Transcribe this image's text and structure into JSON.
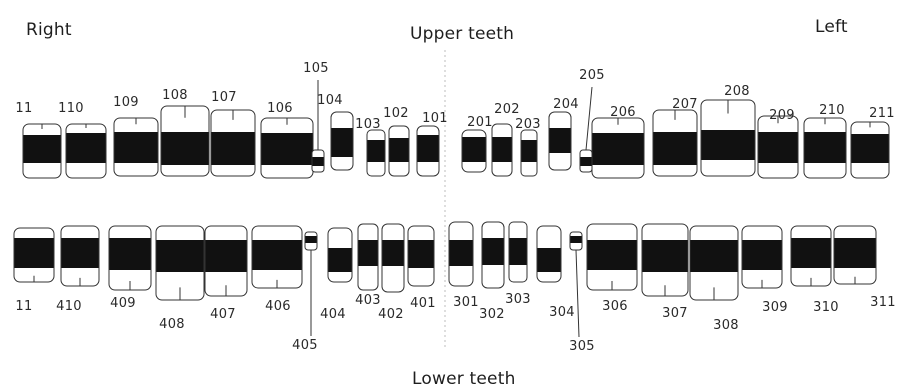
{
  "headers": {
    "right": "Right",
    "left": "Left",
    "upper": "Upper teeth",
    "lower": "Lower teeth"
  },
  "colors": {
    "ink": "#111111",
    "outline": "#333333",
    "crown_fill": "#ffffff"
  },
  "upper_numbers": [
    "11",
    "110",
    "109",
    "108",
    "107",
    "106",
    "105",
    "104",
    "103",
    "102",
    "101",
    "201",
    "202",
    "203",
    "204",
    "205",
    "206",
    "207",
    "208",
    "209",
    "210",
    "211"
  ],
  "lower_numbers": [
    "11",
    "410",
    "409",
    "408",
    "407",
    "406",
    "405",
    "404",
    "403",
    "402",
    "401",
    "301",
    "302",
    "303",
    "304",
    "305",
    "306",
    "307",
    "308",
    "309",
    "310",
    "311"
  ]
}
